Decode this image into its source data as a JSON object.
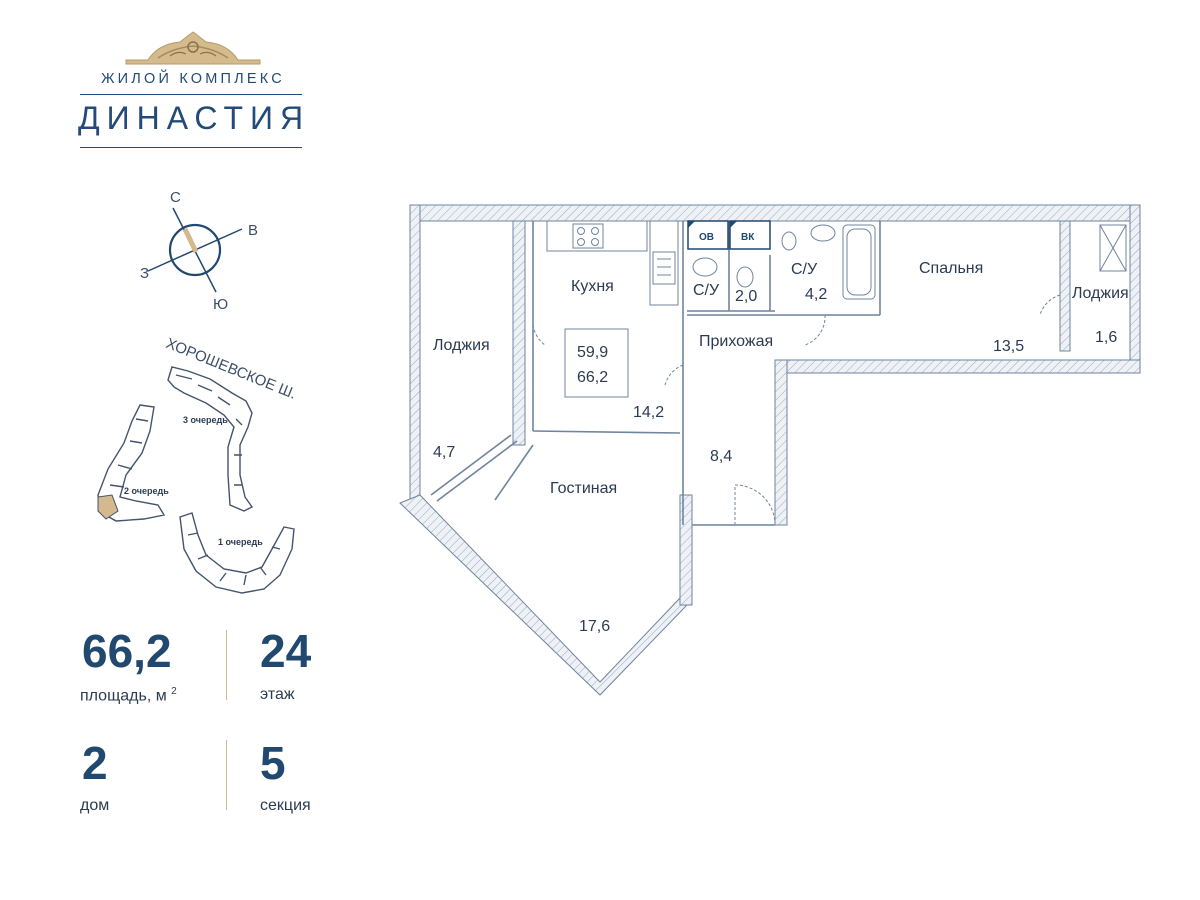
{
  "logo": {
    "line1": "ЖИЛОЙ КОМПЛЕКС",
    "line2": "ДИНАСТИЯ"
  },
  "compass": {
    "north": "С",
    "east": "В",
    "south": "Ю",
    "west": "З"
  },
  "site_plan": {
    "street": "ХОРОШЕВСКОЕ Ш.",
    "phase_3": "3 очередь",
    "phase_2": "2 очередь",
    "phase_1": "1 очередь"
  },
  "stats": {
    "area_value": "66,2",
    "area_label": "площадь, м",
    "area_unit_sup": "2",
    "floor_value": "24",
    "floor_label": "этаж",
    "house_value": "2",
    "house_label": "дом",
    "section_value": "5",
    "section_label": "секция"
  },
  "plan": {
    "rooms": {
      "loggia_left": "Лоджия",
      "loggia_left_area": "4,7",
      "kitchen": "Кухня",
      "kitchen_area": "14,2",
      "total_living": "59,9",
      "total_area": "66,2",
      "bath_1": "С/У",
      "bath_1_area": "2,0",
      "bath_2": "С/У",
      "bath_2_area": "4,2",
      "hall": "Прихожая",
      "hall_area": "8,4",
      "living_room": "Гостиная",
      "living_room_area": "17,6",
      "bedroom": "Спальня",
      "bedroom_area": "13,5",
      "loggia_right": "Лоджия",
      "loggia_right_area": "1,6"
    },
    "shafts": {
      "ov": "ОВ",
      "vk": "ВК"
    }
  },
  "colors": {
    "brand": "#21486f",
    "gold": "#d2b88a",
    "wall": "#7a8fa8",
    "wall_fill": "#e7ebf0",
    "site_highlight": "#d4b98e"
  }
}
